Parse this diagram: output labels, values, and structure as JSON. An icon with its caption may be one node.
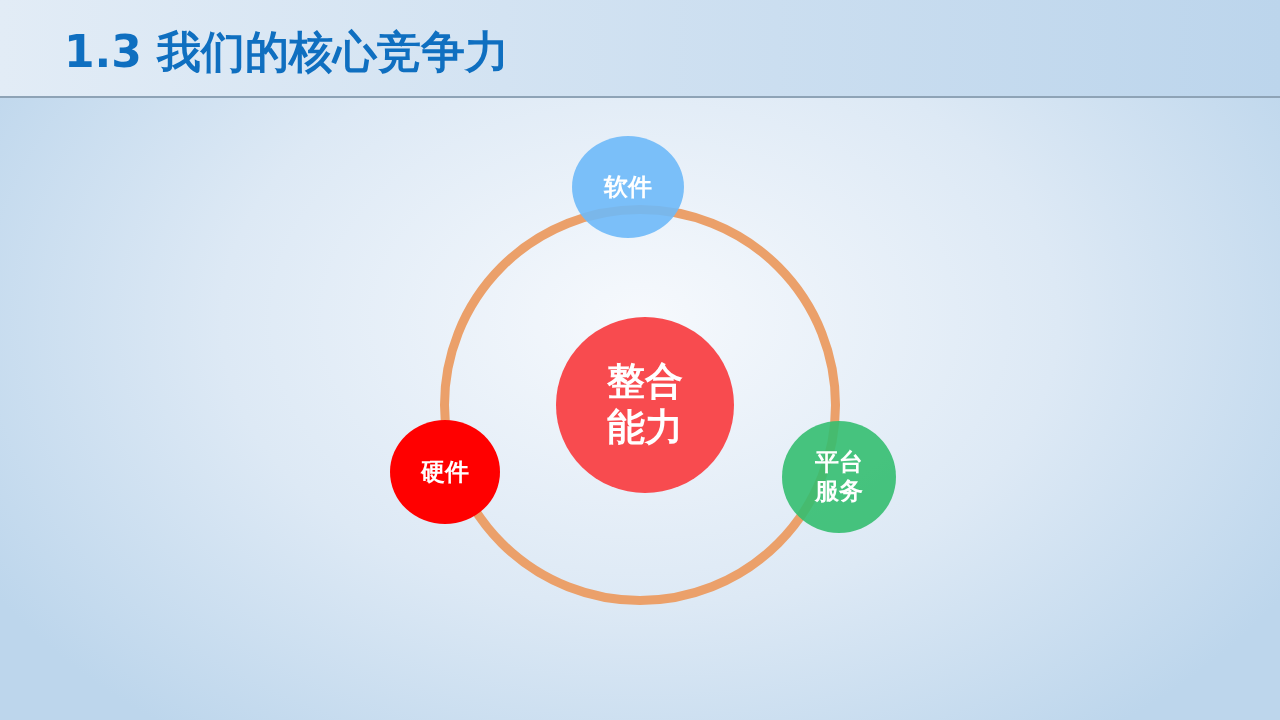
{
  "diagram": {
    "title": "1.3 我们的核心竞争力",
    "nodes": [
      {
        "text": [],
        "shape": "circle"
      },
      {
        "text": [
          "软件"
        ]
      },
      {
        "text": [
          "整合能力"
        ],
        "in": 0
      },
      {
        "text": [
          "硬件"
        ]
      },
      {
        "text": [
          "平台服务"
        ]
      }
    ],
    "edges": []
  }
}
